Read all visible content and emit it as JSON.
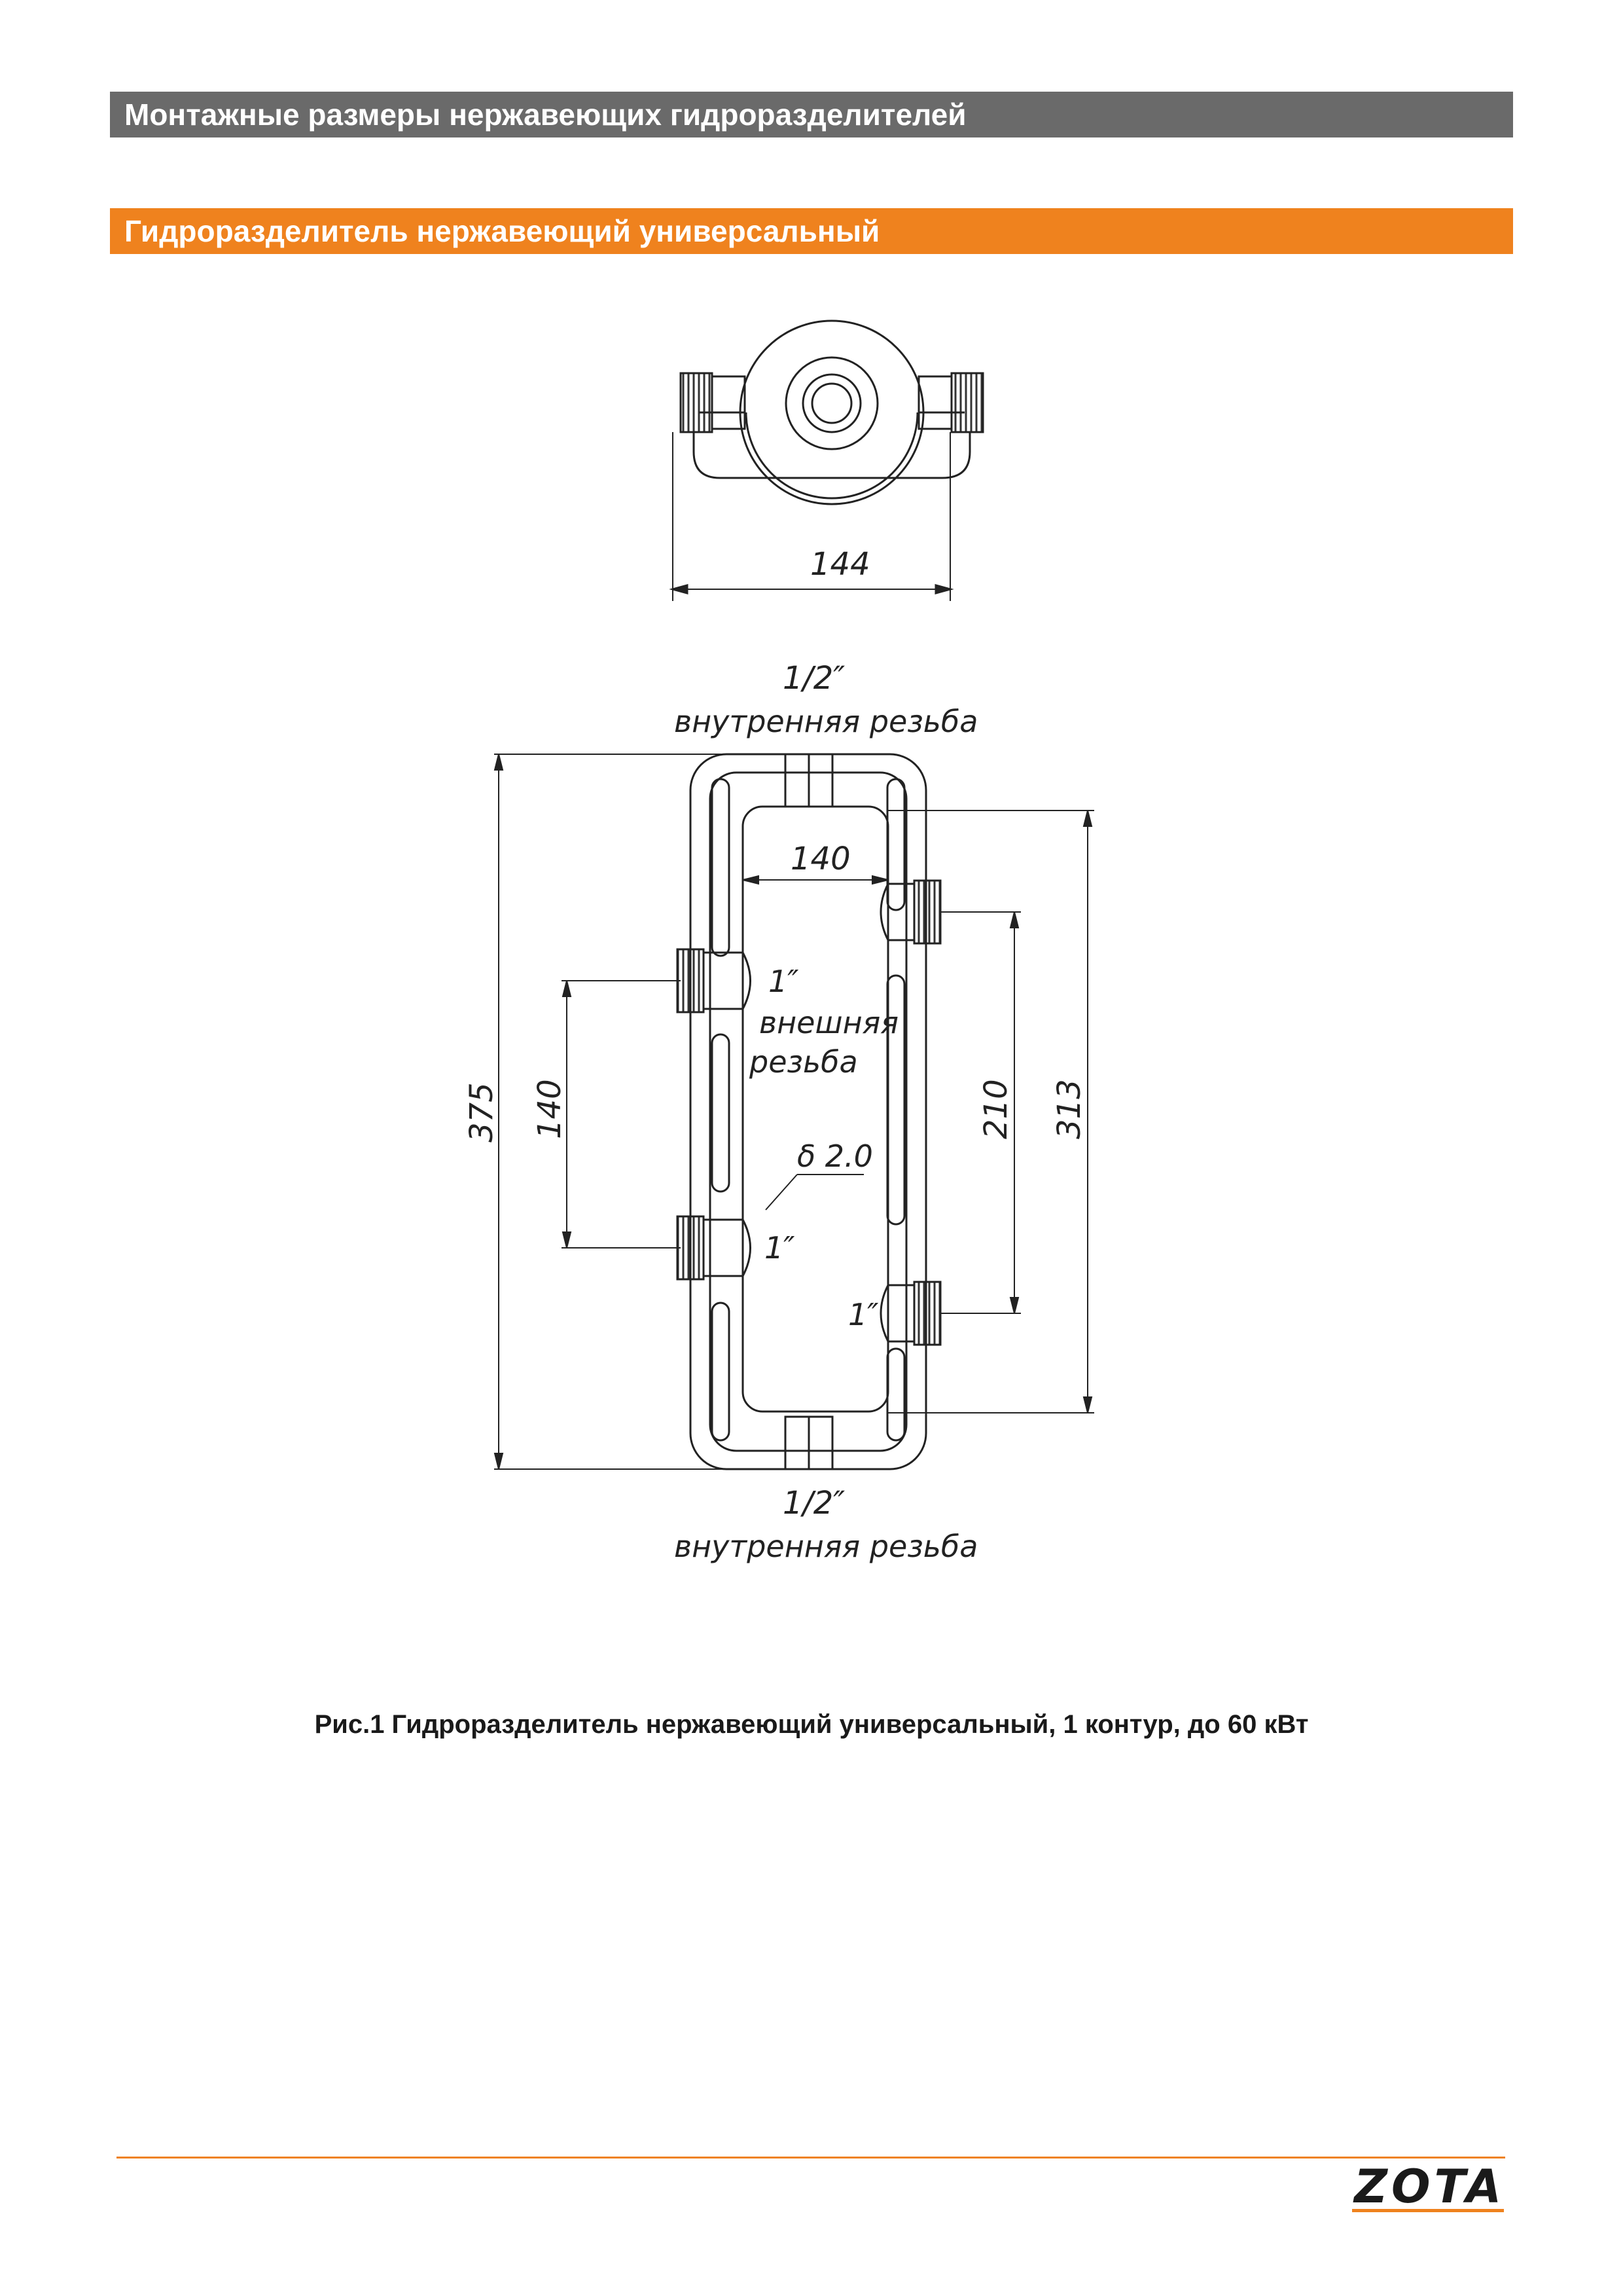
{
  "header": {
    "section_title": "Монтажные размеры нержавеющих гидроразделителей",
    "subsection_title": "Гидроразделитель нержавеющий универсальный"
  },
  "drawing": {
    "top_view": {
      "width_dim": "144"
    },
    "front_view": {
      "top_thread_size": "1/2″",
      "top_thread_type": "внутренняя резьба",
      "bottom_thread_size": "1/2″",
      "bottom_thread_type": "внутренняя резьба",
      "inner_width_dim": "140",
      "overall_height_dim": "375",
      "left_spacing_dim": "140",
      "right_spacing_dim": "210",
      "body_height_dim": "313",
      "left_upper_port": "1″",
      "left_upper_port_thread": "внешняя",
      "left_upper_port_thread2": "резьба",
      "left_lower_port": "1″",
      "right_lower_port": "1″",
      "wall_thickness": "δ 2.0"
    }
  },
  "caption": "Рис.1 Гидроразделитель нержавеющий универсальный, 1 контур, до 60 кВт",
  "logo": {
    "text": "ZOTA"
  },
  "colors": {
    "accent": "#ef821e",
    "header_gray": "#6a6a6a"
  }
}
